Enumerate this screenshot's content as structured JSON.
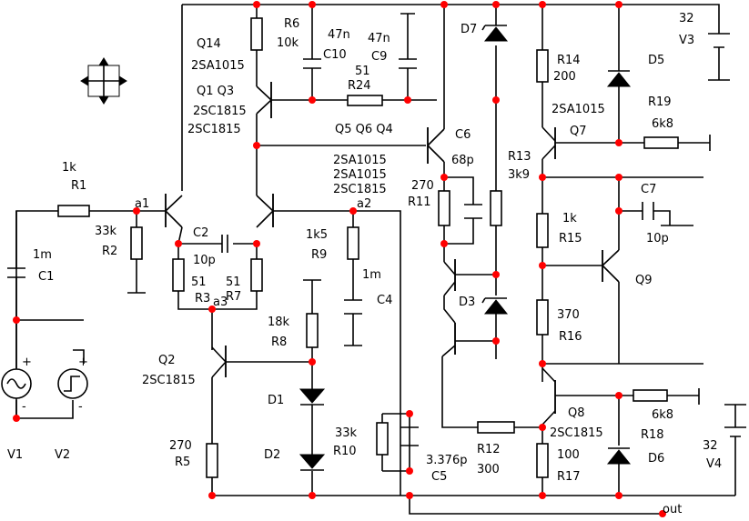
{
  "colors": {
    "wire": "#000000",
    "node": "#ff0000",
    "background": "#ffffff"
  },
  "icons": [
    "move-cursor-icon",
    "ac-source-icon",
    "pulse-source-icon"
  ],
  "labels": {
    "Q14": "Q14",
    "Q14t": "2SA1015",
    "Q1Q3": "Q1  Q3",
    "Q1t": "2SC1815",
    "Q3t": "2SC1815",
    "R6": "R6",
    "R6v": "10k",
    "C10v": "47n",
    "C10": "C10",
    "C9v": "47n",
    "C9": "C9",
    "R24v": "51",
    "R24": "R24",
    "Q5Q6Q4": "Q5   Q6   Q4",
    "D7": "D7",
    "C6": "C6",
    "C6v": "68p",
    "R14": "R14",
    "R14v": "200",
    "Q7t": "2SA1015",
    "Q7": "Q7",
    "V3v": "32",
    "V3": "V3",
    "D5": "D5",
    "R19": "R19",
    "R19v": "6k8",
    "R1v": "1k",
    "R1": "R1",
    "a1": "a1",
    "R2v": "33k",
    "R2": "R2",
    "C1v": "1m",
    "C1": "C1",
    "C2": "C2",
    "C2v": "10p",
    "R3v": "51",
    "R3": "R3",
    "R7v": "51",
    "R7": "R7",
    "a3": "a3",
    "Q5t": "2SA1015",
    "Q6t": "2SA1015",
    "Q4t": "2SC1815",
    "a2": "a2",
    "R9v": "1k5",
    "R9": "R9",
    "C4v": "1m",
    "C4": "C4",
    "R11v": "270",
    "R11": "R11",
    "R13": "R13",
    "R13v": "3k9",
    "C7": "C7",
    "R15v": "1k",
    "R15": "R15",
    "C7v": "10p",
    "Q9": "Q9",
    "D3": "D3",
    "R16v": "370",
    "R16": "R16",
    "Q2": "Q2",
    "Q2t": "2SC1815",
    "R8v": "18k",
    "R8": "R8",
    "D1": "D1",
    "D2": "D2",
    "R5v": "270",
    "R5": "R5",
    "R10v": "33k",
    "R10": "R10",
    "C5v": "3.376p",
    "C5": "C5",
    "R12": "R12",
    "R12v": "300",
    "Q8": "Q8",
    "Q8t": "2SC1815",
    "R18v": "6k8",
    "R18": "R18",
    "R17v": "100",
    "R17": "R17",
    "D6": "D6",
    "V4v": "32",
    "V4": "V4",
    "V1": "V1",
    "V2": "V2",
    "out": "out"
  }
}
